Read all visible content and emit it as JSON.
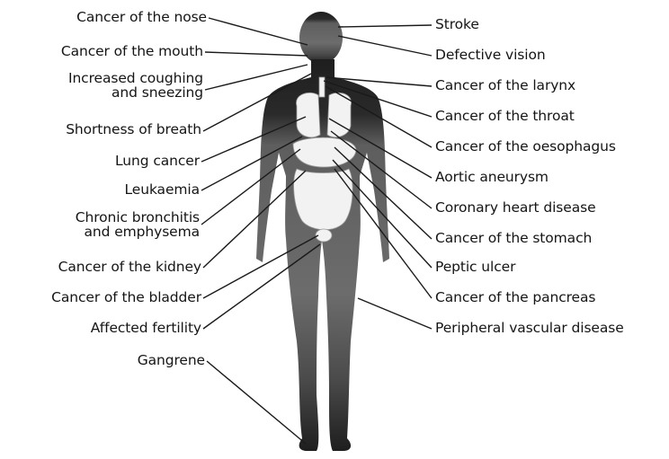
{
  "colors": {
    "body_dark": "#1e1e1e",
    "body_mid": "#6a6a6a",
    "organ_fill": "#f2f2f2",
    "line": "#1a1a1a",
    "text": "#151515"
  },
  "labels_left": [
    {
      "id": "nose",
      "text": "Cancer of the nose"
    },
    {
      "id": "mouth",
      "text": "Cancer of the mouth"
    },
    {
      "id": "coughing",
      "text": "Increased coughing"
    },
    {
      "id": "coughing2",
      "text": "and sneezing"
    },
    {
      "id": "breath",
      "text": "Shortness of breath"
    },
    {
      "id": "lung",
      "text": "Lung cancer"
    },
    {
      "id": "leukaemia",
      "text": "Leukaemia"
    },
    {
      "id": "bronchitis",
      "text": "Chronic bronchitis"
    },
    {
      "id": "bronchitis2",
      "text": "and emphysema"
    },
    {
      "id": "kidney",
      "text": "Cancer of the kidney"
    },
    {
      "id": "bladder",
      "text": "Cancer of the bladder"
    },
    {
      "id": "fertility",
      "text": "Affected fertility"
    },
    {
      "id": "gangrene",
      "text": "Gangrene"
    }
  ],
  "labels_right": [
    {
      "id": "stroke",
      "text": "Stroke"
    },
    {
      "id": "vision",
      "text": "Defective vision"
    },
    {
      "id": "larynx",
      "text": "Cancer of the larynx"
    },
    {
      "id": "throat",
      "text": "Cancer of the throat"
    },
    {
      "id": "oesophagus",
      "text": "Cancer of the oesophagus"
    },
    {
      "id": "aortic",
      "text": "Aortic aneurysm"
    },
    {
      "id": "coronary",
      "text": "Coronary heart disease"
    },
    {
      "id": "stomach",
      "text": "Cancer of the stomach"
    },
    {
      "id": "peptic",
      "text": "Peptic ulcer"
    },
    {
      "id": "pancreas",
      "text": "Cancer of the pancreas"
    },
    {
      "id": "vascular",
      "text": "Peripheral vascular disease"
    }
  ]
}
